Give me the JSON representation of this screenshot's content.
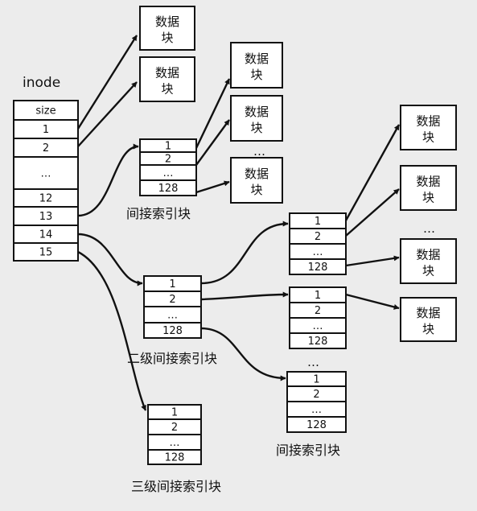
{
  "inode": {
    "title": "inode",
    "entries": [
      "size",
      "1",
      "2",
      "…",
      "12",
      "13",
      "14",
      "15"
    ]
  },
  "single_index": {
    "entries": [
      "1",
      "2",
      "…",
      "128"
    ],
    "label": "间接索引块"
  },
  "double_index": {
    "entries": [
      "1",
      "2",
      "…",
      "128"
    ],
    "label": "二级间接索引块"
  },
  "double_children": {
    "entries": [
      "1",
      "2",
      "…",
      "128"
    ],
    "ellipsis": "…",
    "label": "间接索引块"
  },
  "triple_index": {
    "entries": [
      "1",
      "2",
      "…",
      "128"
    ],
    "label": "三级间接索引块"
  },
  "data_block": {
    "line1": "数据",
    "line2": "块"
  },
  "ellipsis": "…"
}
